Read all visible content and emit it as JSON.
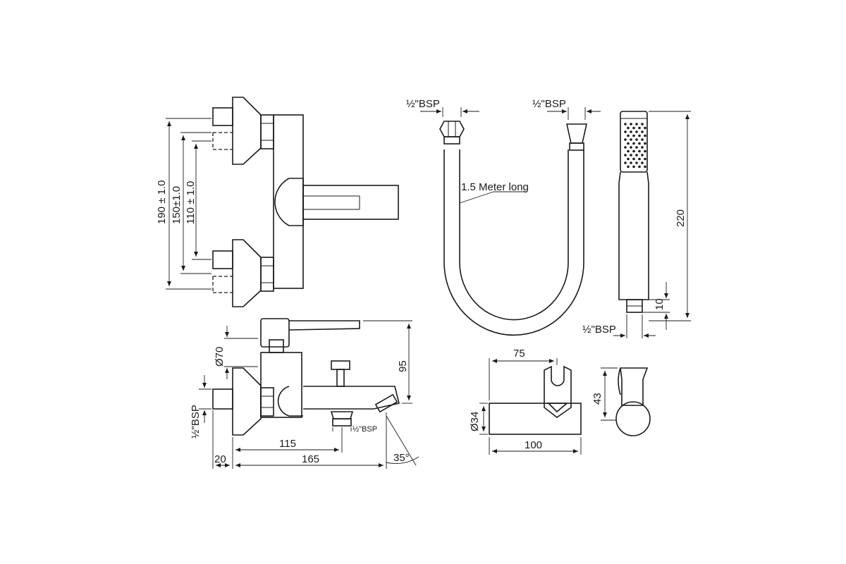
{
  "colors": {
    "line": "#1a1a1a",
    "background": "#ffffff"
  },
  "front_view": {
    "dim_190": "190 ± 1.0",
    "dim_150": "150±1.0",
    "dim_110": "110 ± 1.0"
  },
  "hose": {
    "bsp_left": "½\"BSP",
    "bsp_right": "½\"BSP",
    "length_label": "1.5 Meter long"
  },
  "hand_shower": {
    "dim_220": "220",
    "dim_10": "10",
    "bsp_label": "½\"BSP"
  },
  "top_view": {
    "dim_diameter_70": "Ø70",
    "dim_95": "95",
    "bsp_side": "½\"BSP",
    "bsp_outlet": "½\"BSP",
    "dim_115": "115",
    "dim_20": "20",
    "dim_165": "165",
    "dim_angle": "35°"
  },
  "holder": {
    "dim_75": "75",
    "dim_diameter_34": "Ø34",
    "dim_100": "100",
    "dim_43": "43"
  }
}
